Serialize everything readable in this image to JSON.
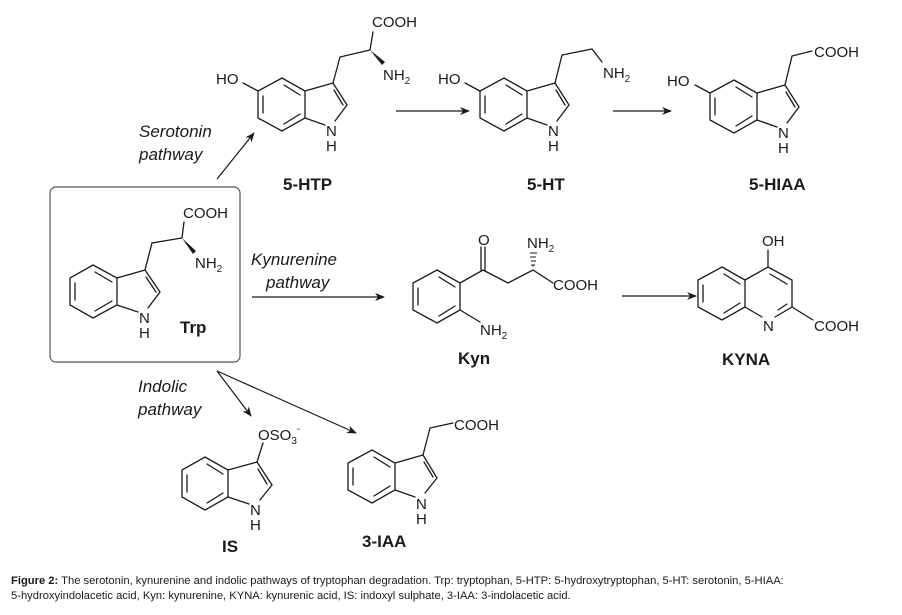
{
  "figure": {
    "compounds": {
      "trp": {
        "label": "Trp",
        "cooh": "COOH",
        "nh2": "NH",
        "nh2_sub": "2",
        "n": "N",
        "h": "H"
      },
      "htp": {
        "label": "5-HTP",
        "ho": "HO",
        "cooh": "COOH",
        "nh2": "NH",
        "nh2_sub": "2",
        "n": "N",
        "h": "H"
      },
      "ht": {
        "label": "5-HT",
        "ho": "HO",
        "nh2": "NH",
        "nh2_sub": "2",
        "n": "N",
        "h": "H"
      },
      "hiaa": {
        "label": "5-HIAA",
        "ho": "HO",
        "cooh": "COOH",
        "n": "N",
        "h": "H"
      },
      "kyn": {
        "label": "Kyn",
        "o": "O",
        "nh2_top": "NH",
        "nh2_top_sub": "2",
        "cooh": "COOH",
        "nh2": "NH",
        "nh2_sub": "2"
      },
      "kyna": {
        "label": "KYNA",
        "oh": "OH",
        "n": "N",
        "cooh": "COOH"
      },
      "is": {
        "label": "IS",
        "oso3": "OSO",
        "oso3_sub": "3",
        "oso3_sup": "-",
        "n": "N",
        "h": "H"
      },
      "iaa": {
        "label": "3-IAA",
        "cooh": "COOH",
        "n": "N",
        "h": "H"
      }
    },
    "pathways": {
      "serotonin": [
        "Serotonin",
        "pathway"
      ],
      "kynurenine": [
        "Kynurenine",
        "pathway"
      ],
      "indolic": [
        "Indolic",
        "pathway"
      ]
    }
  },
  "caption": {
    "lead": "Figure 2:",
    "text_line1": " The serotonin, kynurenine and indolic pathways of tryptophan degradation. Trp: tryptophan, 5-HTP: 5-hydroxytryptophan, 5-HT: serotonin, 5-HIAA:",
    "text_line2": "5-hydroxyindolacetic acid, Kyn: kynurenine, KYNA: kynurenic acid, IS: indoxyl sulphate, 3-IAA: 3-indolacetic acid."
  }
}
